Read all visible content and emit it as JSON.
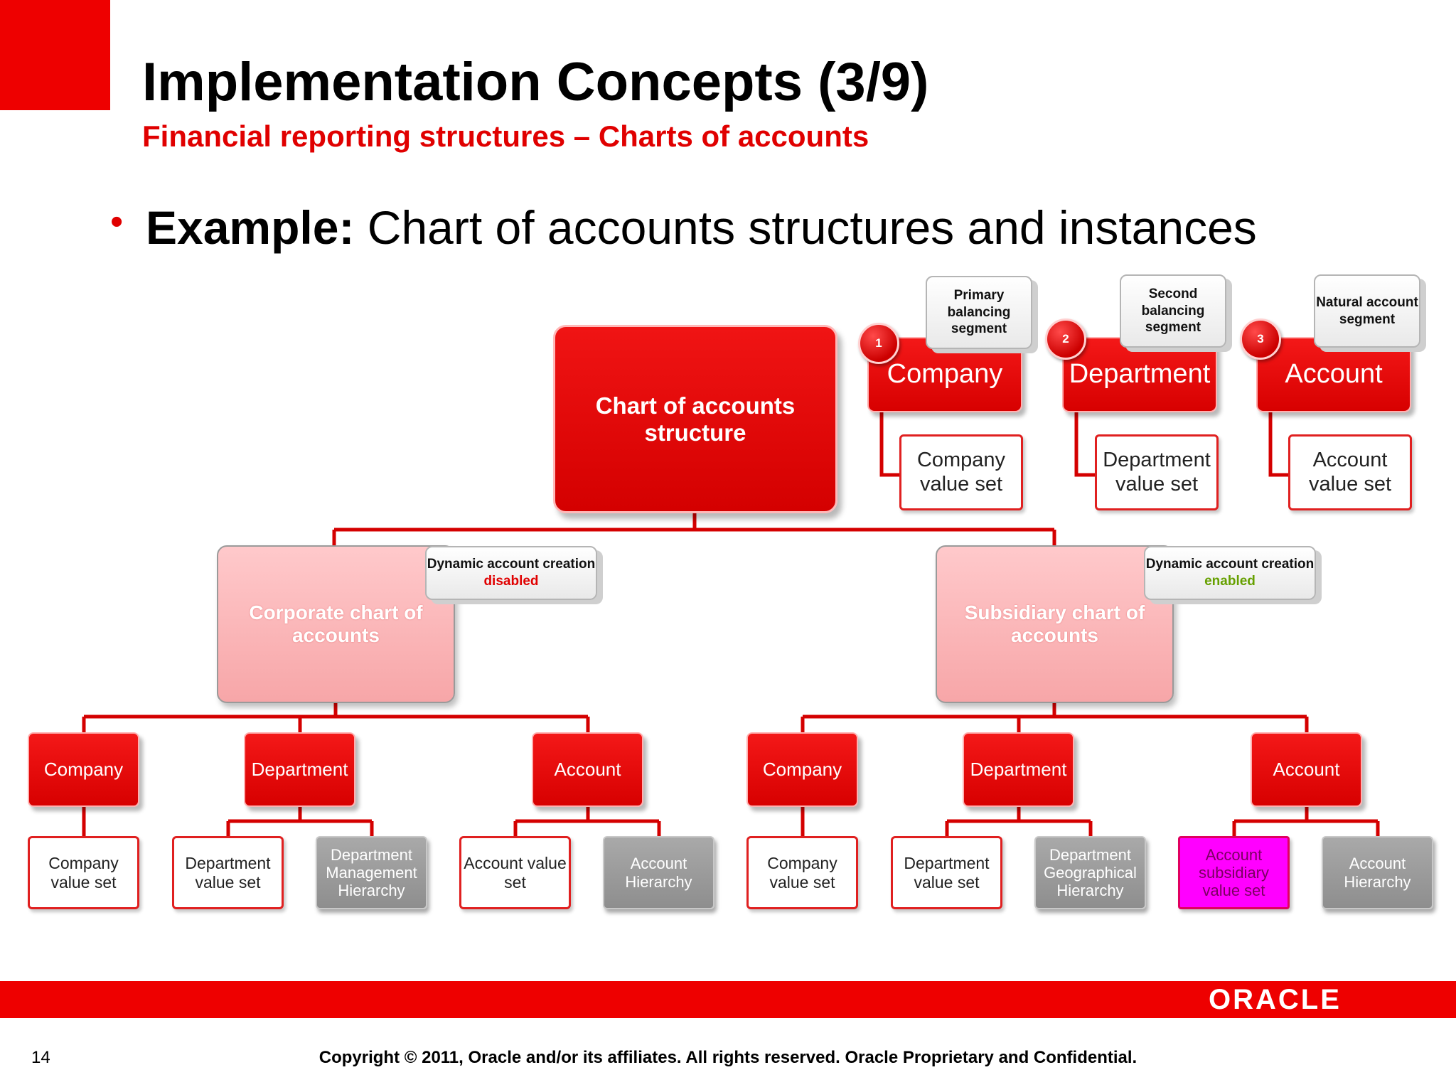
{
  "header": {
    "title": "Implementation Concepts (3/9)",
    "subtitle": "Financial reporting structures – Charts of accounts"
  },
  "bullet": {
    "symbol": "•",
    "bold": "Example:",
    "text": " Chart of accounts structures and instances"
  },
  "diagram": {
    "root": "Chart of accounts structure",
    "segments": [
      {
        "number": "1",
        "callout": "Primary balancing segment",
        "name": "Company",
        "value_set": "Company value set"
      },
      {
        "number": "2",
        "callout": "Second balancing segment",
        "name": "Department",
        "value_set": "Department value set"
      },
      {
        "number": "3",
        "callout": "Natural account segment",
        "name": "Account",
        "value_set": "Account value set"
      }
    ],
    "instances": [
      {
        "name": "Corporate chart of accounts",
        "dynamic_prefix": "Dynamic account creation",
        "dynamic_status": "disabled",
        "segments": [
          {
            "name": "Company",
            "children": [
              "Company value set"
            ]
          },
          {
            "name": "Department",
            "children": [
              "Department value set",
              "Department Management Hierarchy"
            ]
          },
          {
            "name": "Account",
            "children": [
              "Account value set",
              "Account Hierarchy"
            ]
          }
        ]
      },
      {
        "name": "Subsidiary chart of accounts",
        "dynamic_prefix": "Dynamic account creation",
        "dynamic_status": "enabled",
        "segments": [
          {
            "name": "Company",
            "children": [
              "Company value set"
            ]
          },
          {
            "name": "Department",
            "children": [
              "Department value set",
              "Department Geographical Hierarchy"
            ]
          },
          {
            "name": "Account",
            "children": [
              "Account subsidiary value set",
              "Account Hierarchy"
            ]
          }
        ]
      }
    ]
  },
  "footer": {
    "logo": "ORACLE",
    "page_number": "14",
    "copyright": "Copyright © 2011, Oracle and/or its affiliates. All rights reserved. Oracle Proprietary and Confidential."
  },
  "colors": {
    "brand_red": "#ee0000",
    "disabled": "#e00000",
    "enabled": "#66a000",
    "highlight": "#ff00ff"
  }
}
